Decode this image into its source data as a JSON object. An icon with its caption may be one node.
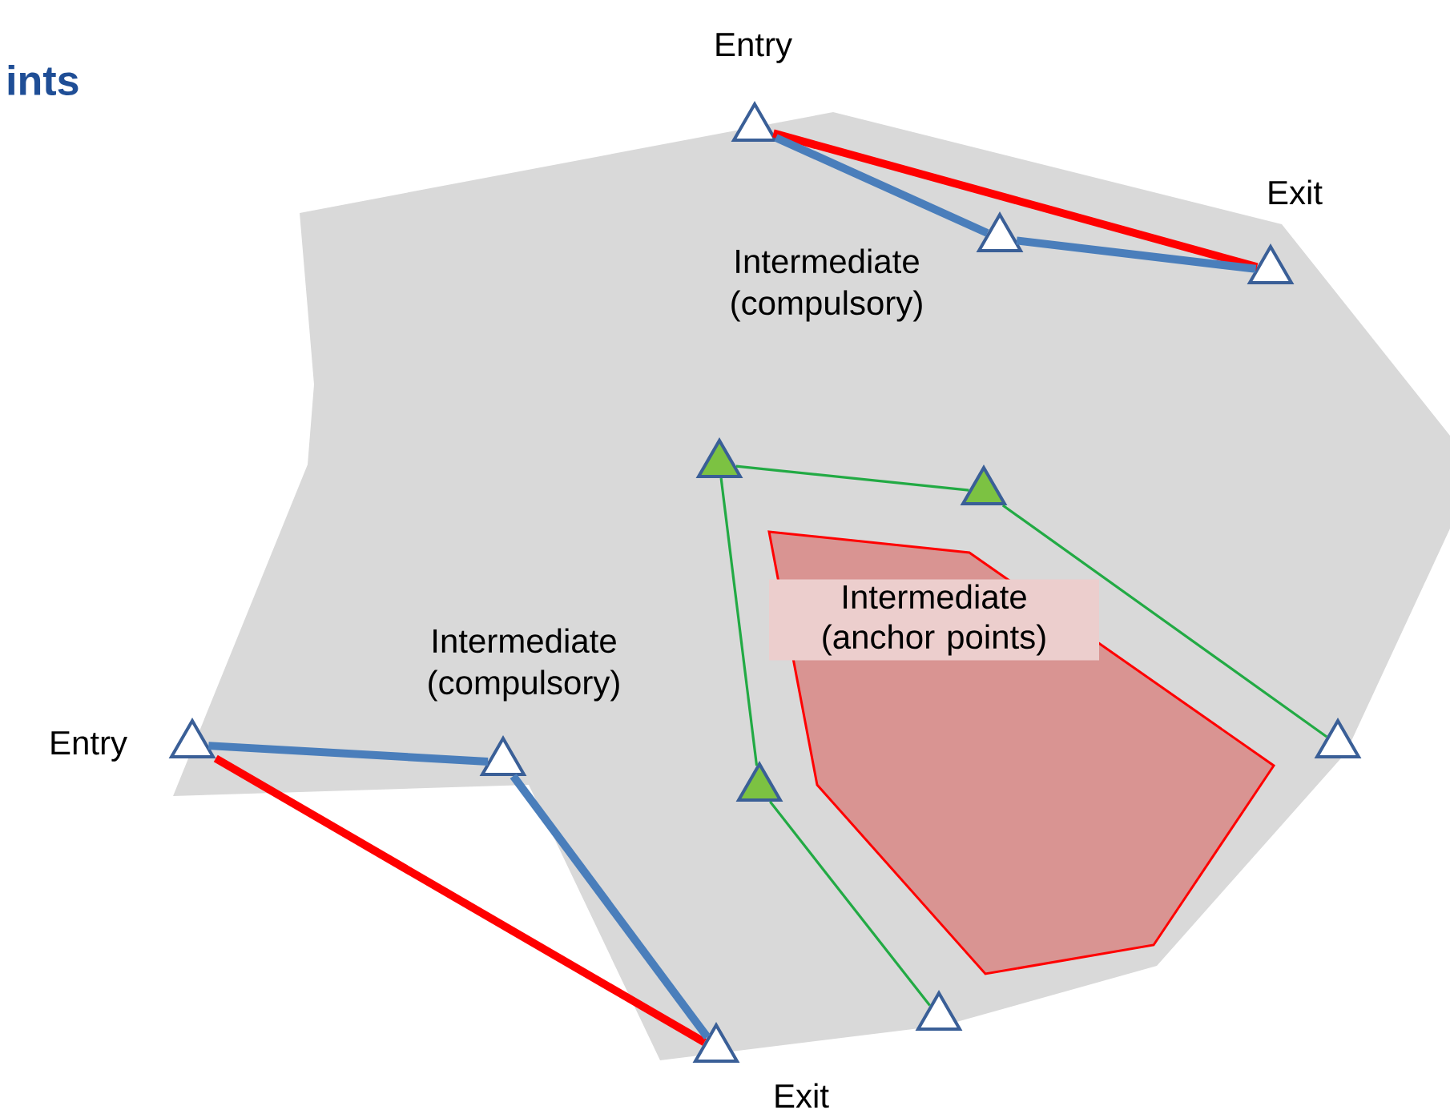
{
  "diagram": {
    "title": "ints",
    "nodes": [
      {
        "text": [],
        "shape": "triangle",
        "beside": [
          "Entry"
        ]
      },
      {
        "text": [],
        "shape": "triangle",
        "beside": [
          "Intermediate (compulsory)"
        ]
      },
      {
        "text": [],
        "shape": "triangle",
        "beside": [
          "Exit"
        ]
      },
      {
        "text": [],
        "shape": "triangle"
      },
      {
        "text": [],
        "shape": "triangle"
      },
      {
        "text": [
          "Intermediate (anchor points)"
        ]
      },
      {
        "text": [],
        "shape": "triangle",
        "beside": [
          "Entry"
        ]
      },
      {
        "text": [],
        "shape": "triangle",
        "beside": [
          "Intermediate (compulsory)"
        ]
      },
      {
        "text": [],
        "shape": "triangle"
      },
      {
        "text": [],
        "shape": "triangle"
      },
      {
        "text": [],
        "shape": "triangle"
      },
      {
        "text": [],
        "shape": "triangle",
        "beside": [
          "Exit"
        ]
      }
    ],
    "edges": [
      {
        "from": 0,
        "to": 2,
        "arrow": "none",
        "color": "#ff0000"
      },
      {
        "from": 0,
        "to": 1,
        "arrow": "none",
        "color": "#4a7ebb"
      },
      {
        "from": 1,
        "to": 2,
        "arrow": "none",
        "color": "#4a7ebb"
      },
      {
        "from": 6,
        "to": 11,
        "arrow": "none",
        "color": "#ff0000"
      },
      {
        "from": 6,
        "to": 7,
        "arrow": "none",
        "color": "#4a7ebb"
      },
      {
        "from": 7,
        "to": 11,
        "arrow": "none",
        "color": "#4a7ebb"
      },
      {
        "from": 3,
        "to": 4,
        "arrow": "none",
        "color": "#22aa44"
      },
      {
        "from": 4,
        "to": 8,
        "arrow": "none",
        "color": "#22aa44"
      },
      {
        "from": 3,
        "to": 9,
        "arrow": "none",
        "color": "#22aa44"
      },
      {
        "from": 9,
        "to": 10,
        "arrow": "none",
        "color": "#22aa44"
      }
    ]
  }
}
